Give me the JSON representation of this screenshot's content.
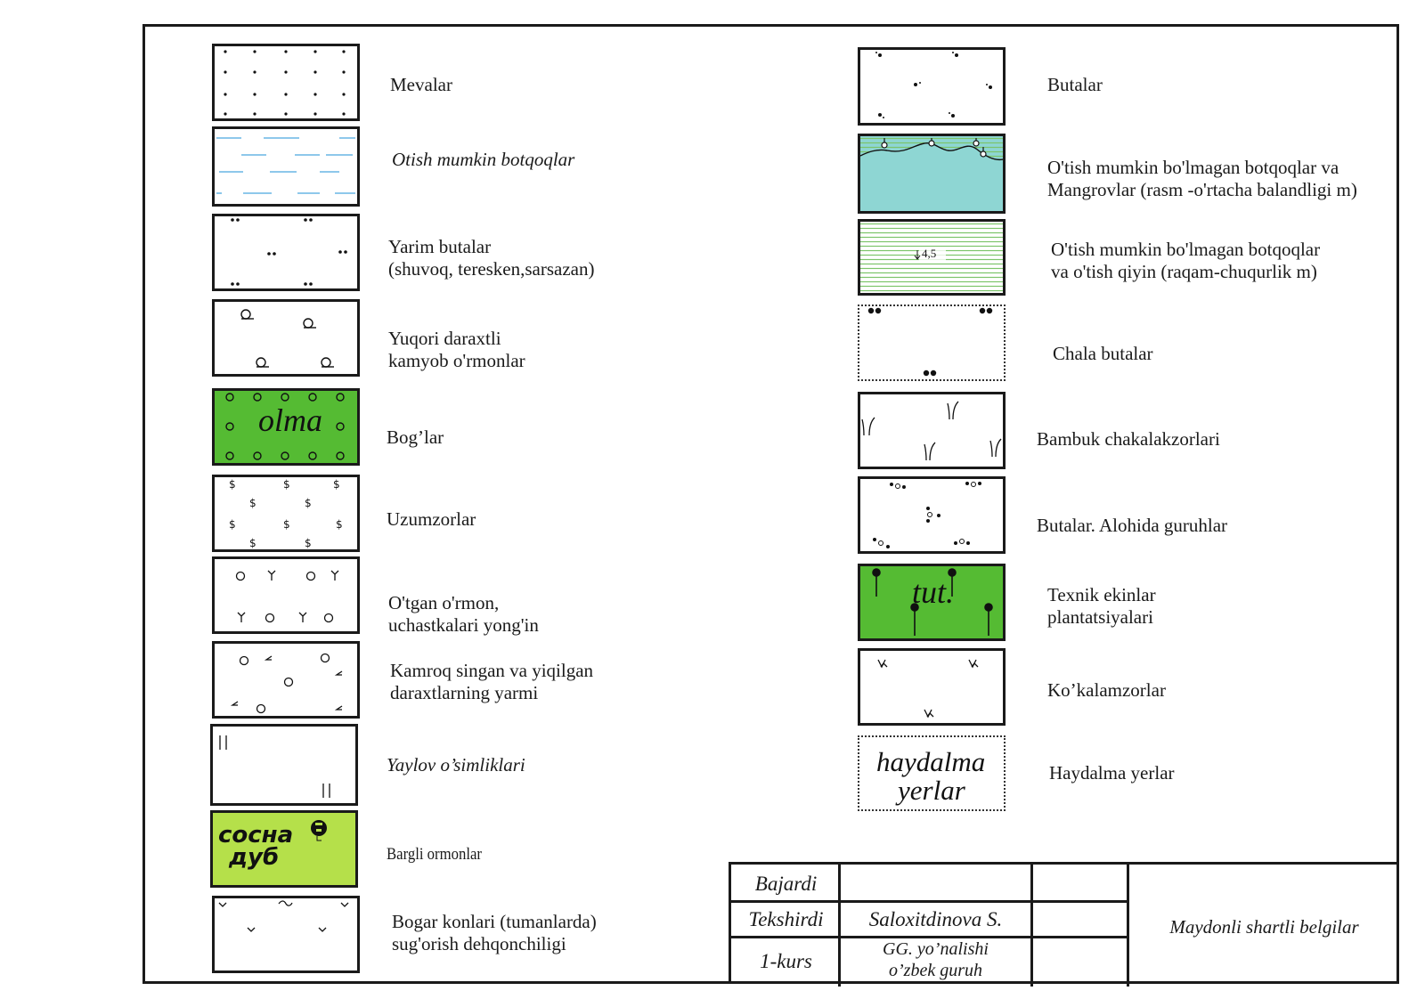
{
  "left_column": [
    {
      "id": "mevalar",
      "label": "Mevalar"
    },
    {
      "id": "otish",
      "label": "Otish mumkin botqoqlar"
    },
    {
      "id": "yarim",
      "label_lines": [
        "Yarim butalar",
        "(shuvoq, teresken,sarsazan)"
      ]
    },
    {
      "id": "yuqori",
      "label_lines": [
        "Yuqori daraxtli",
        "kamyob o'rmonlar"
      ]
    },
    {
      "id": "boglar",
      "label": "Bog’lar",
      "symbol_text": "olma"
    },
    {
      "id": "uzumzorlar",
      "label": "Uzumzorlar"
    },
    {
      "id": "otgan",
      "label_lines": [
        "O'tgan o'rmon,",
        "uchastkalari yong'in"
      ]
    },
    {
      "id": "kamroq",
      "label_lines": [
        "Kamroq singan va yiqilgan",
        "daraxtlarning yarmi"
      ]
    },
    {
      "id": "yaylov",
      "label": "Yaylov o’simliklari"
    },
    {
      "id": "bargli",
      "label": "Bargli ormonlar",
      "symbol_lines": [
        "сосна",
        "дуб"
      ]
    },
    {
      "id": "bogar",
      "label_lines": [
        "Bogar konlari (tumanlarda)",
        "sug'orish dehqonchiligi"
      ]
    }
  ],
  "right_column": [
    {
      "id": "butalar",
      "label": "Butalar"
    },
    {
      "id": "mangrov",
      "label_lines": [
        "O'tish mumkin bo'lmagan botqoqlar va",
        " Mangrovlar (rasm -o'rtacha balandligi m)"
      ]
    },
    {
      "id": "otish_qiyin",
      "label_lines": [
        "O'tish mumkin bo'lmagan botqoqlar",
        "va o'tish qiyin (raqam-chuqurlik m)"
      ],
      "symbol_text": "4,5"
    },
    {
      "id": "chala",
      "label": "Chala butalar"
    },
    {
      "id": "bambuk",
      "label": "Bambuk chakalakzorlari"
    },
    {
      "id": "butalar_guruh",
      "label": "Butalar. Alohida guruhlar"
    },
    {
      "id": "texnik",
      "label_lines": [
        "Texnik ekinlar",
        "plantatsiyalari"
      ],
      "symbol_text": "tut."
    },
    {
      "id": "kokalam",
      "label": "Ko’kalamzorlar"
    },
    {
      "id": "haydalma",
      "label": "Haydalma yerlar",
      "symbol_lines": [
        "haydalma",
        "yerlar"
      ]
    }
  ],
  "title_block": {
    "bajardi": "Bajardi",
    "tekshirdi": "Tekshirdi",
    "teacher": "Saloxitdinova S.",
    "kurs": "1-kurs",
    "group_lines": [
      "GG. yo’nalishi",
      "o’zbek guruh"
    ],
    "title": "Maydonli shartli belgilar"
  },
  "colors": {
    "green": "#55bb33",
    "lime": "#b5e04a",
    "cyan": "#8ed6d3",
    "hatch": "#7cc46a",
    "water": "#4aa8df"
  }
}
